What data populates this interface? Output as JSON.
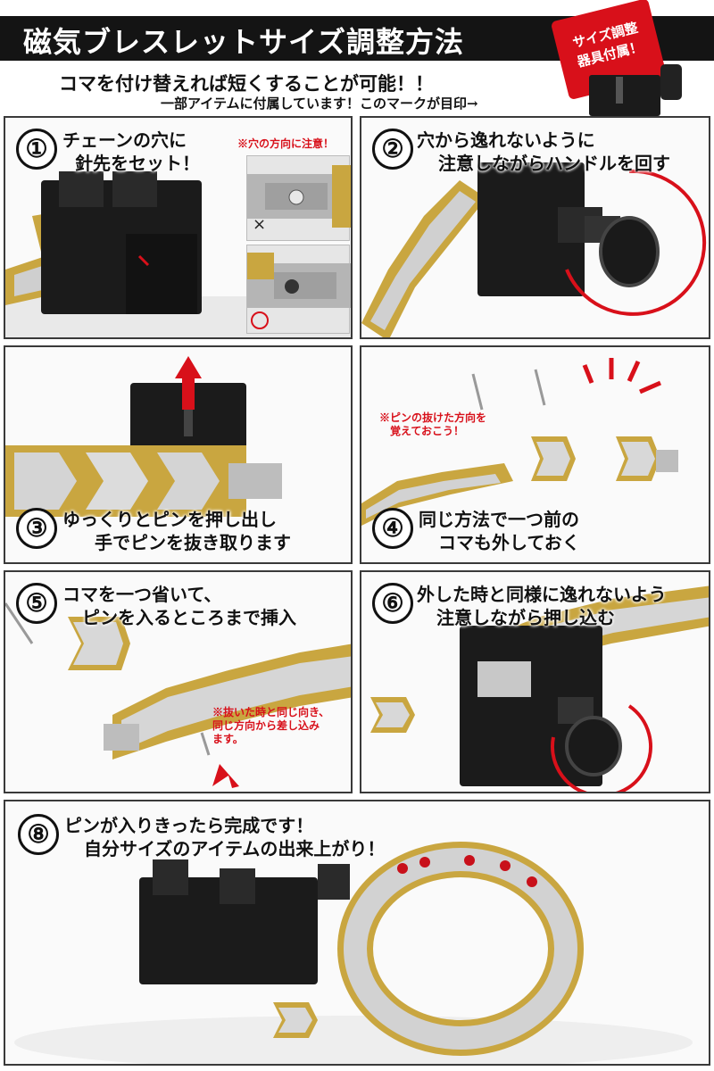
{
  "header": {
    "title": "磁気ブレスレットサイズ調整方法",
    "subtitle": "コマを付け替えれば短くすることが可能！！",
    "note": "一部アイテムに付属しています！このマークが目印→",
    "badge_line1": "サイズ調整",
    "badge_line2": "器具付属！"
  },
  "steps": [
    {
      "num": "①",
      "line1": "チェーンの穴に",
      "line2": "針先をセット！",
      "note": "※穴の方向に注意！",
      "wrong": "×"
    },
    {
      "num": "②",
      "line1": "穴から逸れないように",
      "line2": "注意しながらハンドルを回す"
    },
    {
      "num": "③",
      "line1": "ゆっくりとピンを押し出し",
      "line2": "手でピンを抜き取ります"
    },
    {
      "num": "④",
      "line1": "同じ方法で一つ前の",
      "line2": "コマも外しておく",
      "note1": "※ピンの抜けた方向を",
      "note2": "覚えておこう！"
    },
    {
      "num": "⑤",
      "line1": "コマを一つ省いて、",
      "line2": "ピンを入るところまで挿入",
      "note1": "※抜いた時と同じ向き、",
      "note2": "同じ方向から差し込み",
      "note3": "ます。"
    },
    {
      "num": "⑥",
      "line1": "外した時と同様に逸れないよう",
      "line2": "注意しながら押し込む"
    },
    {
      "num": "⑧",
      "line1": "ピンが入りきったら完成です！",
      "line2": "自分サイズのアイテムの出来上がり！"
    }
  ],
  "colors": {
    "accent_red": "#d8101a",
    "gold": "#c9a640",
    "silver": "#c8c8c8",
    "tool_black": "#1b1b1b"
  }
}
